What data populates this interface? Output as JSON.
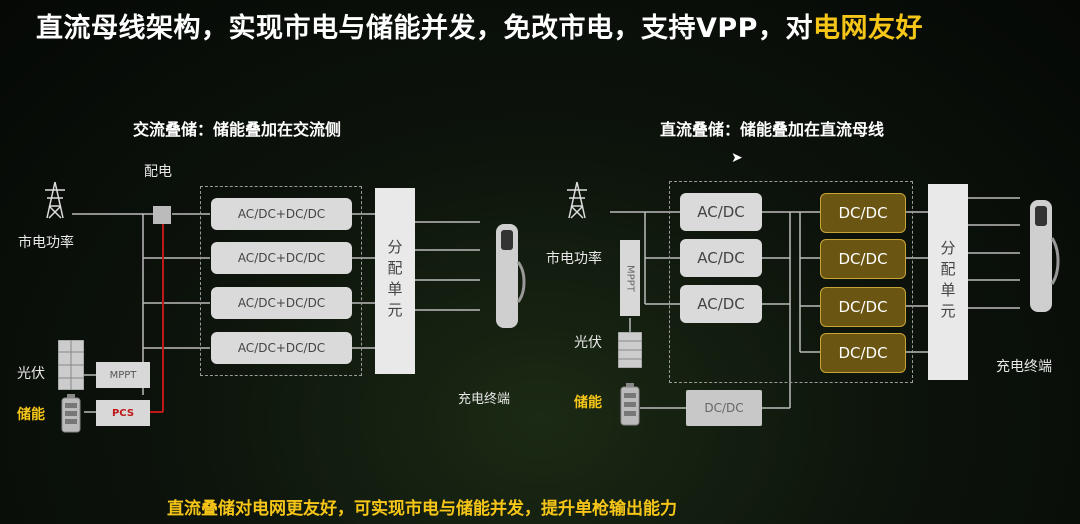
{
  "title": {
    "main": "直流母线架构，实现市电与储能并发，免改市电，支持VPP，对",
    "highlight": "电网友好"
  },
  "left": {
    "subtitle": "交流叠储：储能叠加在交流侧",
    "grid_label": "市电功率",
    "distribution_label": "配电",
    "modules": [
      "AC/DC+DC/DC",
      "AC/DC+DC/DC",
      "AC/DC+DC/DC",
      "AC/DC+DC/DC"
    ],
    "dist_unit": "分配单元",
    "pv_label": "光伏",
    "storage_label": "储能",
    "mppt_label": "MPPT",
    "pcs_label": "PCS",
    "charger_label": "充电终端"
  },
  "right": {
    "subtitle": "直流叠储：储能叠加在直流母线",
    "grid_label": "市电功率",
    "acdc": [
      "AC/DC",
      "AC/DC",
      "AC/DC"
    ],
    "dcdc": [
      "DC/DC",
      "DC/DC",
      "DC/DC",
      "DC/DC"
    ],
    "mppt_label": "MPPT",
    "pv_label": "光伏",
    "storage_label": "储能",
    "storage_dcdc": "DC/DC",
    "dist_unit": "分配单元",
    "charger_label": "充电终端"
  },
  "bottom_text": "直流叠储对电网更友好，可实现市电与储能并发，提升单枪输出能力",
  "colors": {
    "highlight": "#f5c518",
    "gold_box": "#6b5512",
    "line_red": "#c01818"
  }
}
